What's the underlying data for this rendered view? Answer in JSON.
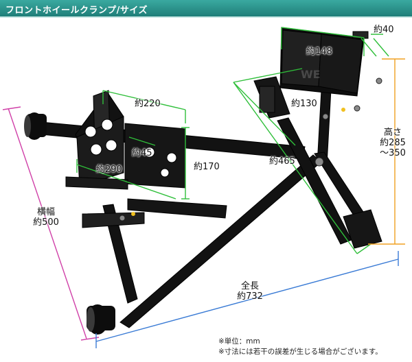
{
  "banner": {
    "title": "フロントホイールクランプ/サイズ",
    "color": "#2a958d"
  },
  "product_image": {
    "alt": "front wheel clamp stand",
    "body_color": "#111111",
    "accent_line_colors": {
      "green": "#2fbf3a",
      "magenta": "#d040a8",
      "orange": "#f0a020",
      "blue": "#3a7bd5"
    }
  },
  "dimensions": {
    "d40": "約40",
    "d148": "約148",
    "d130": "約130",
    "d220": "約220",
    "d45": "約45",
    "d290": "約290",
    "d170": "約170",
    "d465": "約465",
    "height_title": "高さ",
    "height_value": "約285",
    "height_range": "～350",
    "width_title": "横幅",
    "width_value": "約500",
    "length_title": "全長",
    "length_value": "約732"
  },
  "notes": {
    "unit": "※単位：mm",
    "disclaimer": "※寸法には若干の誤差が生じる場合がございます。"
  }
}
